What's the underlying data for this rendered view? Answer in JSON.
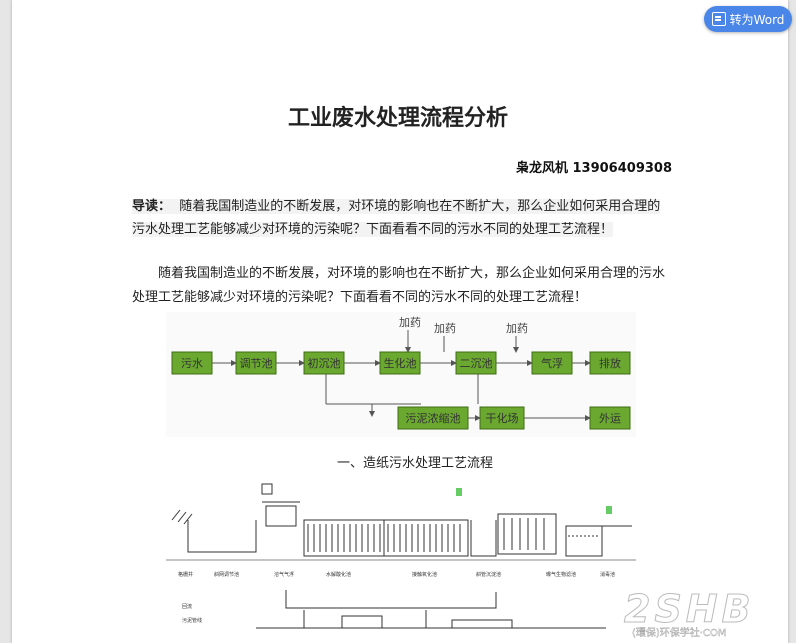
{
  "toolbar": {
    "convert_label": "转为Word"
  },
  "document": {
    "title": "工业废水处理流程分析",
    "author": "枭龙风机 13906409308",
    "intro_label": "导读：",
    "intro_text": "随着我国制造业的不断发展，对环境的影响也在不断扩大，那么企业如何采用合理的污水处理工艺能够减少对环境的污染呢？下面看看不同的污水不同的处理工艺流程！",
    "paragraph": "随着我国制造业的不断发展，对环境的影响也在不断扩大，那么企业如何采用合理的污水处理工艺能够减少对环境的污染呢？下面看看不同的污水不同的处理工艺流程！",
    "figure1_caption": "一、造纸污水处理工艺流程"
  },
  "flowchart": {
    "main_steps": [
      "污水",
      "调节池",
      "初沉池",
      "生化池",
      "二沉池",
      "气浮",
      "排放"
    ],
    "sludge_steps": [
      "污泥浓缩池",
      "干化场",
      "外运"
    ],
    "additive_labels": [
      "加药",
      "加药",
      "加药"
    ],
    "box_color": "#6aa830"
  },
  "diagram": {
    "labels": [
      "格栅井",
      "斜网调节池",
      "溶气气浮",
      "水解酸化池",
      "接触氧化池",
      "斜管沉淀池",
      "曝气生物滤池",
      "消毒池",
      "回流",
      "污泥管线"
    ]
  },
  "watermark": {
    "text": "2SHB",
    "subtext": "(環保)环保学社·COM"
  }
}
